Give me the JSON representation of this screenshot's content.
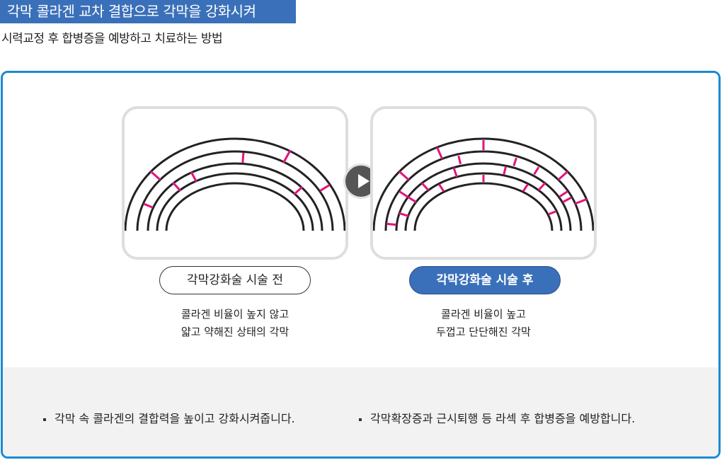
{
  "header": {
    "title": "각막 콜라겐 교차 결합으로 각막을 강화시켜",
    "subtitle": "시력교정 후 합병증을 예방하고 치료하는 방법"
  },
  "before": {
    "label": "각막강화술 시술 전",
    "desc_line1": "콜라겐 비율이 높지 않고",
    "desc_line2": "얇고 약해진 상태의 각막"
  },
  "after": {
    "label": "각막강화술 시술 후",
    "desc_line1": "콜라겐 비율이 높고",
    "desc_line2": "두껍고 단단해진 각막"
  },
  "bullets": [
    "각막 속 콜라겐의 결합력을 높이고 강화시켜줍니다.",
    "각막확장증과 근시퇴행 등 라섹 후 합병증을 예방합니다."
  ],
  "colors": {
    "accent": "#3a70b9",
    "frame": "#1b8bd2",
    "collagen": "#e0147a"
  },
  "icons": {
    "arrow": "play-icon"
  }
}
